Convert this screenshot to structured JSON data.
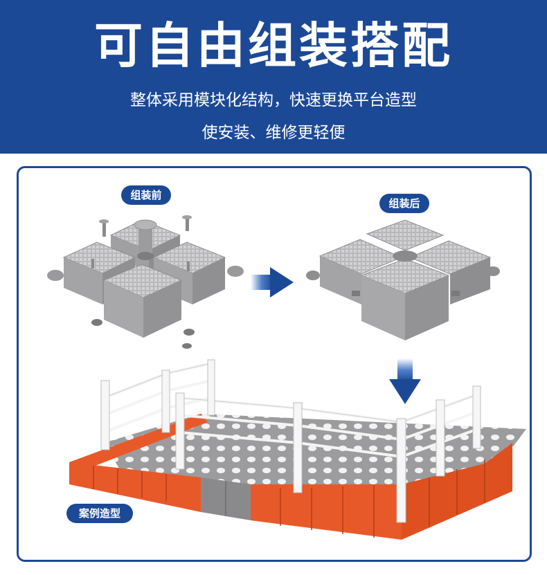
{
  "header": {
    "title": "可自由组装搭配",
    "subtitle_line1": "整体采用模块化结构，快速更换平台造型",
    "subtitle_line2": "使安装、维修更轻便"
  },
  "labels": {
    "before": "组装前",
    "after": "组装后",
    "case": "案例造型"
  },
  "colors": {
    "brand_blue": "#1c4996",
    "module_gray": "#a6a6a8",
    "module_orange": "#e8592a",
    "rail_white": "#f4f4f4"
  },
  "icons": {
    "arrow_right": "arrow-right-icon",
    "arrow_down": "arrow-down-icon"
  }
}
